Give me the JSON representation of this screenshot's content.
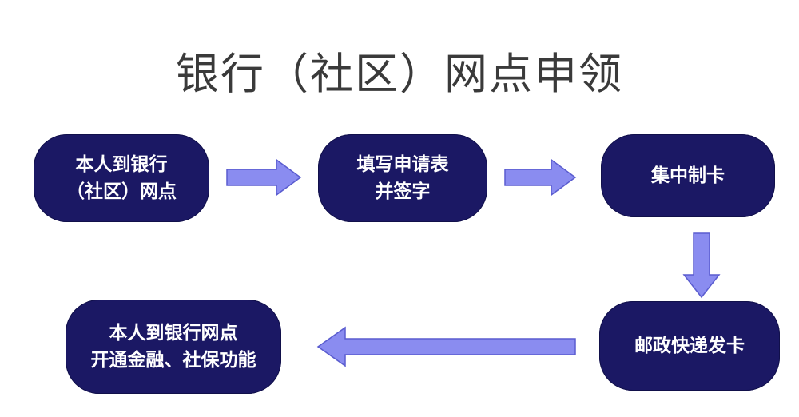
{
  "title": "银行（社区）网点申领",
  "colors": {
    "node_fill": "#1b1864",
    "node_text": "#ffffff",
    "arrow_fill": "#8a8cf0",
    "arrow_stroke": "#5a5ccf",
    "title_text": "#3a3a3a"
  },
  "steps": [
    {
      "line1": "本人到银行",
      "line2": "（社区）网点"
    },
    {
      "line1": "填写申请表",
      "line2": "并签字"
    },
    {
      "line1": "集中制卡",
      "line2": ""
    },
    {
      "line1": "邮政快递发卡",
      "line2": ""
    },
    {
      "line1": "本人到银行网点",
      "line2": "开通金融、社保功能"
    }
  ]
}
